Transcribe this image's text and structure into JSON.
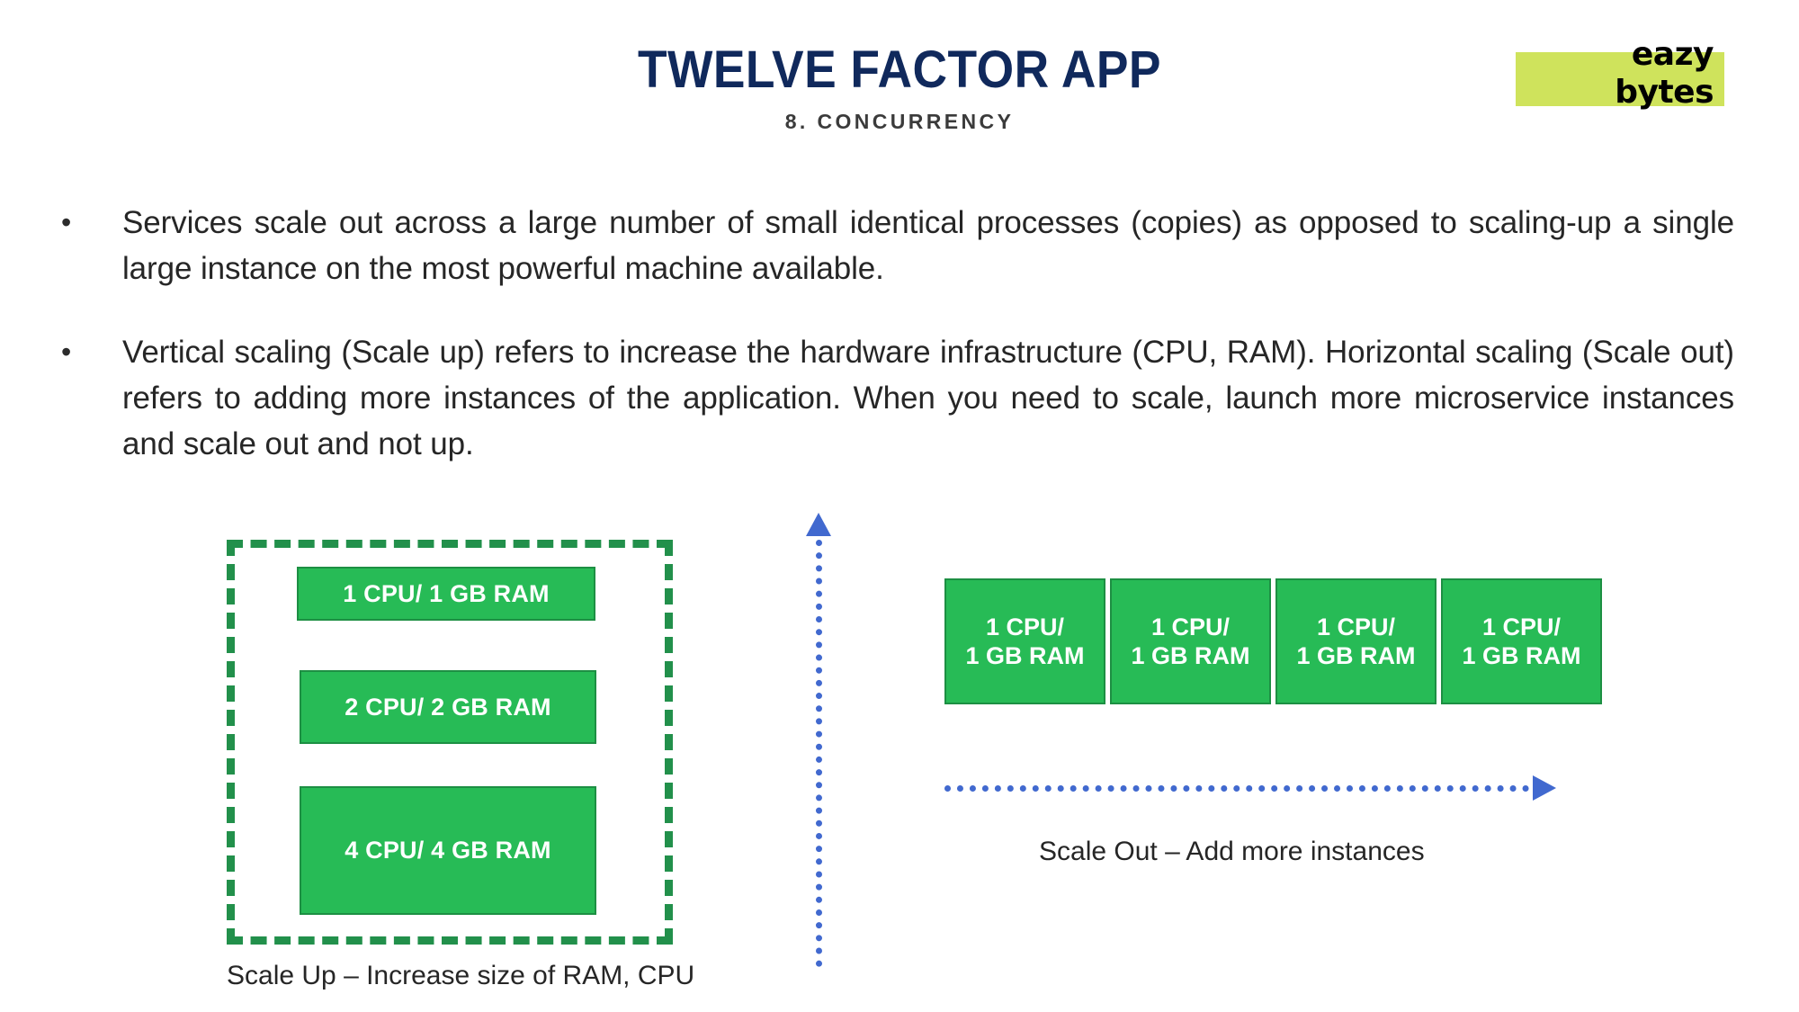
{
  "header": {
    "title": "TWELVE FACTOR APP",
    "subtitle": "8. CONCURRENCY",
    "title_color": "#10295c",
    "subtitle_color": "#3b3b3b"
  },
  "logo": {
    "line1": "eazy",
    "line2": "bytes",
    "box_color": "#cfe35c",
    "text_color": "#000000"
  },
  "bullets": [
    {
      "marker": "•",
      "text": "Services scale out across a large number of small identical processes (copies) as opposed to scaling-up a single large instance on the most powerful machine available."
    },
    {
      "marker": "•",
      "text": "Vertical scaling (Scale up) refers to increase the hardware infrastructure (CPU, RAM). Horizontal scaling (Scale out) refers to adding more instances of the application. When you need to scale, launch more microservice instances and scale out and not up."
    }
  ],
  "diagram": {
    "accent_green": "#27bb56",
    "accent_green_border": "#1d8f43",
    "dashed_green": "#22904b",
    "arrow_blue": "#4169cf",
    "scale_up": {
      "caption": "Scale Up – Increase size of RAM, CPU",
      "boxes": [
        {
          "label": "1 CPU/ 1 GB RAM"
        },
        {
          "label": "2 CPU/ 2 GB RAM"
        },
        {
          "label": "4 CPU/ 4 GB RAM"
        }
      ]
    },
    "scale_out": {
      "caption": "Scale Out – Add more instances",
      "instances": [
        {
          "line1": "1 CPU/",
          "line2": "1 GB RAM"
        },
        {
          "line1": "1 CPU/",
          "line2": "1 GB RAM"
        },
        {
          "line1": "1 CPU/",
          "line2": "1 GB RAM"
        },
        {
          "line1": "1 CPU/",
          "line2": "1 GB RAM"
        }
      ]
    }
  }
}
